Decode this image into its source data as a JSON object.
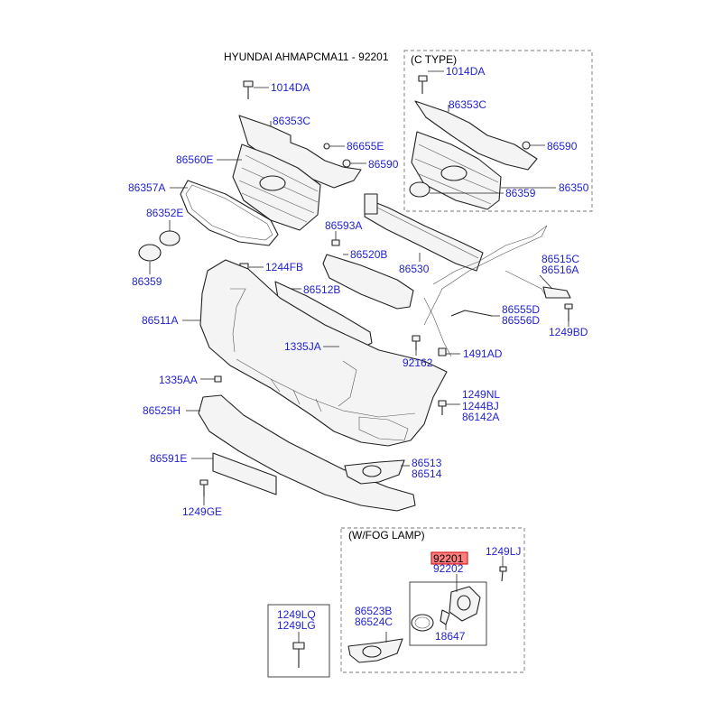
{
  "title": "HYUNDAI AHMAPCMA11 - 92201",
  "colors": {
    "label": "#1f1fd0",
    "highlight": "#ff8080",
    "highlight_border": "#cc0000"
  },
  "boxes": {
    "c_type": "(C TYPE)",
    "fog_lamp": "(W/FOG LAMP)"
  },
  "labels": {
    "l1014DA": "1014DA",
    "l86353C": "86353C",
    "l86655E": "86655E",
    "l86560E": "86560E",
    "l86590": "86590",
    "l86357A": "86357A",
    "l86352E": "86352E",
    "l86359": "86359",
    "l1244FB": "1244FB",
    "l86593A": "86593A",
    "l86520B": "86520B",
    "l86530": "86530",
    "l86512B": "86512B",
    "l86511A": "86511A",
    "l1335JA": "1335JA",
    "l1335AA": "1335AA",
    "l86525H": "86525H",
    "l86591E": "86591E",
    "l1249GE": "1249GE",
    "l86513": "86513",
    "l86514": "86514",
    "l92162": "92162",
    "l1491AD": "1491AD",
    "l1249NL": "1249NL",
    "l1244BJ": "1244BJ",
    "l86142A": "86142A",
    "l86515C": "86515C",
    "l86516A": "86516A",
    "l86555D": "86555D",
    "l86556D": "86556D",
    "l1249BD": "1249BD",
    "c1014DA": "1014DA",
    "c86353C": "86353C",
    "c86590": "86590",
    "c86359": "86359",
    "c86350": "86350",
    "f92201": "92201",
    "f92202": "92202",
    "f1249LJ": "1249LJ",
    "f86523B": "86523B",
    "f86524C": "86524C",
    "f18647": "18647",
    "b1249LQ": "1249LQ",
    "b1249LG": "1249LG"
  }
}
